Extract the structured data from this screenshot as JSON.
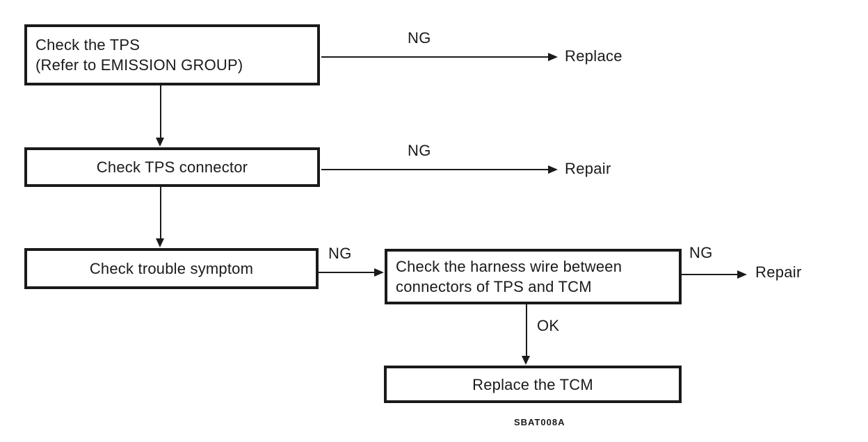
{
  "nodes": [
    {
      "lines": [
        "Check the TPS",
        "(Refer to EMISSION GROUP)"
      ]
    },
    {
      "lines": [
        "Check TPS connector"
      ]
    },
    {
      "lines": [
        "Check trouble symptom"
      ]
    },
    {
      "lines": [
        "Check the harness wire between",
        "connectors of TPS and TCM"
      ]
    },
    {
      "lines": [
        "Replace the TCM"
      ]
    }
  ],
  "edge_labels": {
    "ng_1": "NG",
    "ng_2": "NG",
    "ng_3": "NG",
    "ng_4": "NG",
    "ok_1": "OK"
  },
  "terminals": {
    "replace_1": "Replace",
    "repair_1": "Repair",
    "repair_2": "Repair"
  },
  "caption": "SBAT008A",
  "colors": {
    "ink": "#1a1a1a",
    "background": "#ffffff"
  }
}
